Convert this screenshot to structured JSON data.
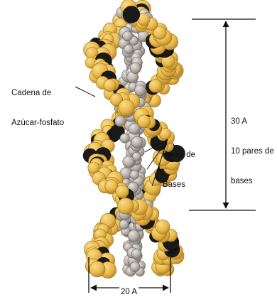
{
  "labels": {
    "chain_line1": "Cadena de",
    "chain_line2": "Azúcar-fosfato",
    "pitch_line1": "30 A",
    "pitch_line2": "10 pares de",
    "pitch_line3": "bases",
    "pairs_line1": "Pares de",
    "pairs_line2": "Bases",
    "width": "20 A"
  },
  "colors": {
    "sugar_phosphate": "#e9b84a",
    "sugar_phosphate_shadow": "#b8872a",
    "phosphate_dark": "#1a1a1a",
    "base_pairs": "#b3aca6",
    "base_pairs_shadow": "#7d7670"
  }
}
